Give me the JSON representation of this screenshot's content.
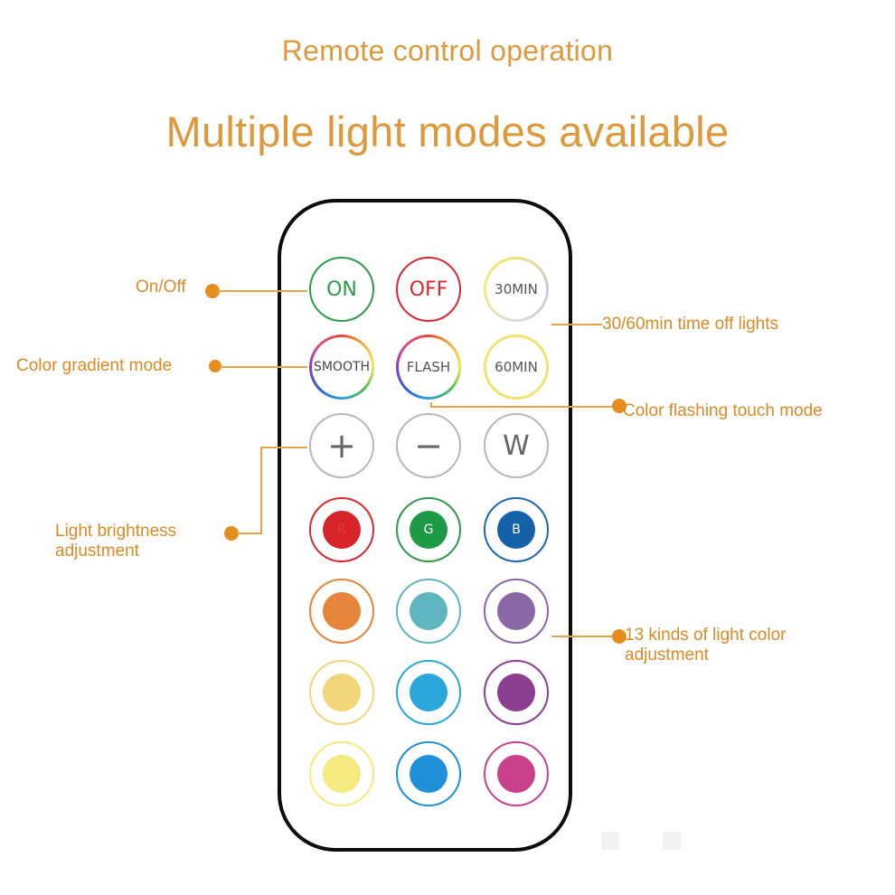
{
  "header": {
    "subtitle": "Remote control operation",
    "title": "Multiple light modes available"
  },
  "remote": {
    "buttons": {
      "on": "ON",
      "off": "OFF",
      "min30": "30MIN",
      "smooth": "SMOOTH",
      "flash": "FLASH",
      "min60": "60MIN",
      "plus": "+",
      "minus": "−",
      "white": "W",
      "red": "R",
      "green": "G",
      "blue": "B"
    },
    "colors": {
      "orange": "#e5843a",
      "teal": "#5fb5c1",
      "lavender": "#8a68a8",
      "pale_yellow": "#f2d67a",
      "sky_blue": "#2aa6d8",
      "purple": "#8a3f90",
      "lemon": "#f5ea80",
      "blue": "#2090d8",
      "magenta": "#c8418a"
    }
  },
  "callouts": {
    "on_off": "On/Off",
    "gradient": "Color gradient mode",
    "brightness_line1": "Light brightness",
    "brightness_line2": "adjustment",
    "timer": "30/60min time off lights",
    "flash": "Color flashing touch mode",
    "colors_line1": "13 kinds of light color",
    "colors_line2": "adjustment"
  }
}
